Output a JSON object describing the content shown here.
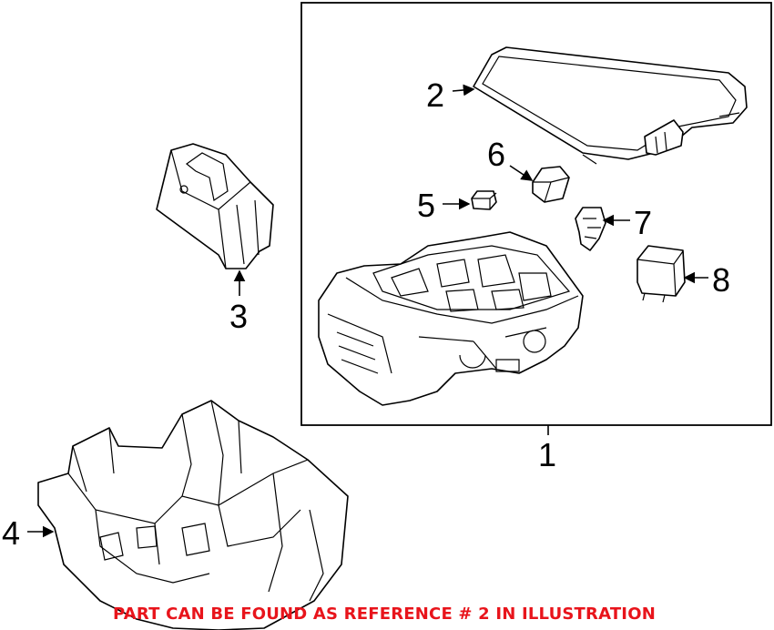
{
  "diagram": {
    "callouts": [
      "1",
      "2",
      "3",
      "4",
      "5",
      "6",
      "7",
      "8"
    ],
    "note": "PART CAN BE FOUND AS REFERENCE # 2 IN ILLUSTRATION",
    "note_color": "#e8141b"
  }
}
